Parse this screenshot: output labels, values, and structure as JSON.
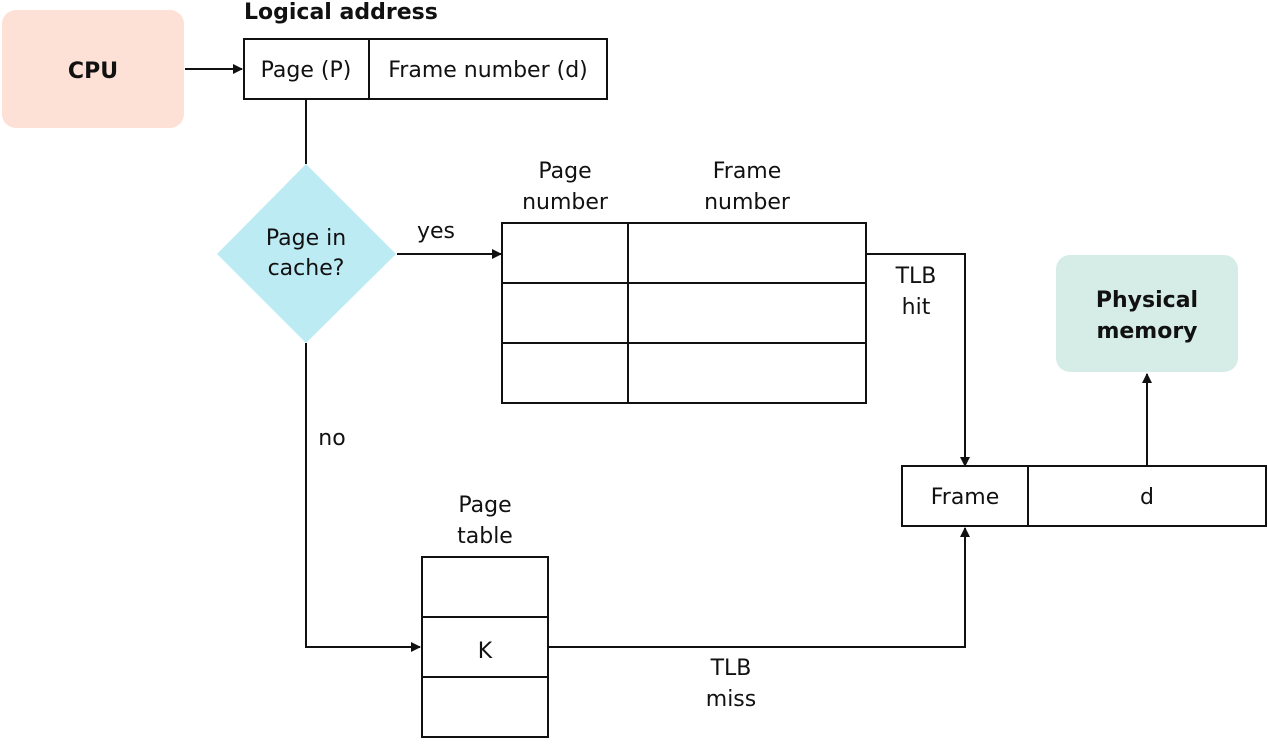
{
  "colors": {
    "cpu_fill": "#fde0d6",
    "decision_fill": "#bdebf3",
    "memory_fill": "#d5ede6",
    "stroke": "#111111"
  },
  "nodes": {
    "cpu": {
      "label": "CPU"
    },
    "logical_address": {
      "title": "Logical address",
      "page_cell": "Page (P)",
      "offset_cell": "Frame number (d)"
    },
    "decision": {
      "line1": "Page in",
      "line2": "cache?"
    },
    "tlb": {
      "col1_line1": "Page",
      "col1_line2": "number",
      "col2_line1": "Frame",
      "col2_line2": "number"
    },
    "page_table": {
      "title_line1": "Page",
      "title_line2": "table",
      "entry": "K"
    },
    "physical_address": {
      "frame_cell": "Frame",
      "offset_cell": "d"
    },
    "physical_memory": {
      "line1": "Physical",
      "line2": "memory"
    }
  },
  "edges": {
    "yes": "yes",
    "no": "no",
    "tlb_hit_line1": "TLB",
    "tlb_hit_line2": "hit",
    "tlb_miss_line1": "TLB",
    "tlb_miss_line2": "miss"
  }
}
